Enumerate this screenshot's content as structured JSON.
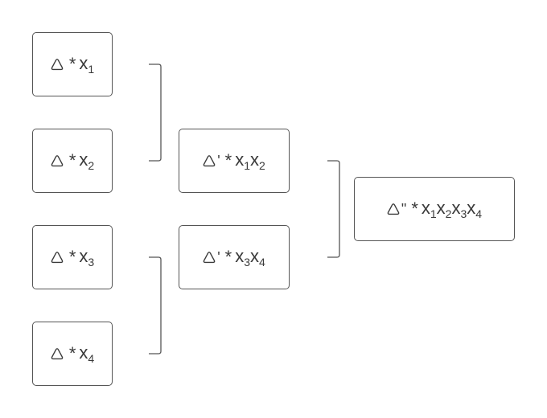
{
  "nodes": {
    "d_x1": {
      "delta_mark": "",
      "operator": "*",
      "vars": [
        {
          "base": "x",
          "sub": "1"
        }
      ]
    },
    "d_x2": {
      "delta_mark": "",
      "operator": "*",
      "vars": [
        {
          "base": "x",
          "sub": "2"
        }
      ]
    },
    "d_x3": {
      "delta_mark": "",
      "operator": "*",
      "vars": [
        {
          "base": "x",
          "sub": "3"
        }
      ]
    },
    "d_x4": {
      "delta_mark": "",
      "operator": "*",
      "vars": [
        {
          "base": "x",
          "sub": "4"
        }
      ]
    },
    "dp_x1x2": {
      "delta_mark": "'",
      "operator": "*",
      "vars": [
        {
          "base": "x",
          "sub": "1"
        },
        {
          "base": "x",
          "sub": "2"
        }
      ]
    },
    "dp_x3x4": {
      "delta_mark": "'",
      "operator": "*",
      "vars": [
        {
          "base": "x",
          "sub": "3"
        },
        {
          "base": "x",
          "sub": "4"
        }
      ]
    },
    "dpp_x1x2x3x4": {
      "delta_mark": "\"",
      "operator": "*",
      "vars": [
        {
          "base": "x",
          "sub": "1"
        },
        {
          "base": "x",
          "sub": "2"
        },
        {
          "base": "x",
          "sub": "3"
        },
        {
          "base": "x",
          "sub": "4"
        }
      ]
    }
  },
  "colors": {
    "stroke": "#555555",
    "text": "#3a3a3a",
    "background": "#ffffff"
  },
  "icons": {
    "delta": "rounded-triangle-icon"
  }
}
